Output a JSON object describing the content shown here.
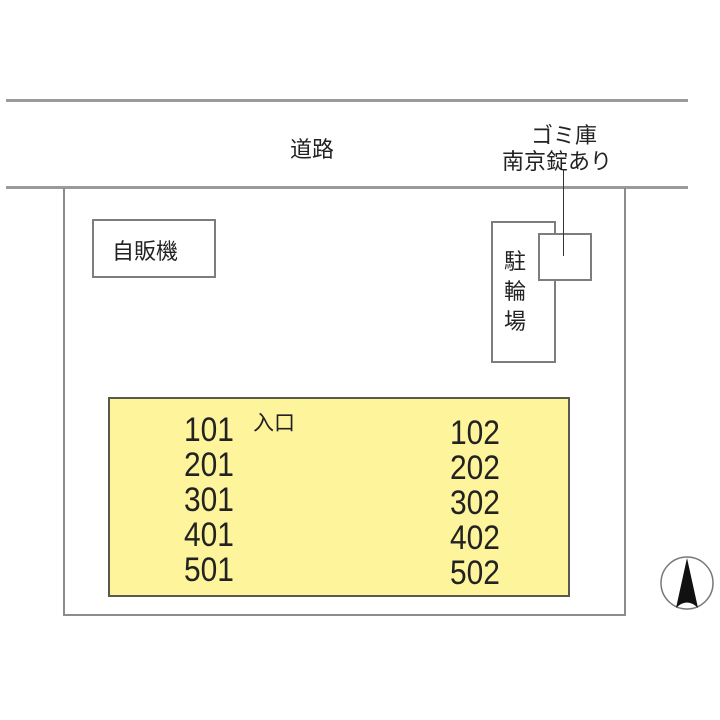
{
  "road": {
    "label": "道路"
  },
  "garbage": {
    "line1": "ゴミ庫",
    "line2": "南京錠あり"
  },
  "vending_machine": {
    "label": "自販機"
  },
  "bicycle_parking": {
    "chars": [
      "駐",
      "輪",
      "場"
    ]
  },
  "building": {
    "entrance_label": "入口",
    "fill_color": "#fef49c",
    "left_units": [
      "101",
      "201",
      "301",
      "401",
      "501"
    ],
    "right_units": [
      "102",
      "202",
      "302",
      "402",
      "502"
    ]
  },
  "compass": {
    "icon": "north-arrow-icon"
  }
}
